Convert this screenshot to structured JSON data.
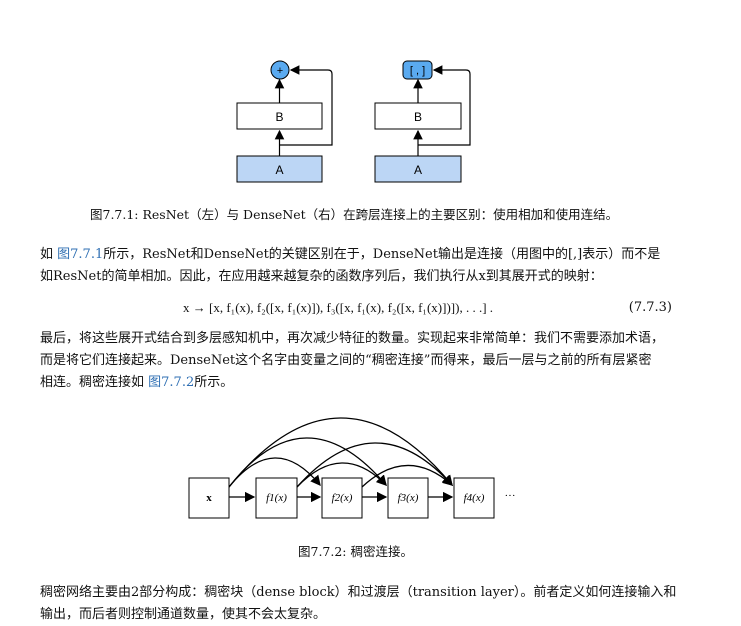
{
  "figure1": {
    "left": {
      "op_label": "+",
      "mid_label": "B",
      "bottom_label": "A"
    },
    "right": {
      "op_label": "[ , ]",
      "mid_label": "B",
      "bottom_label": "A"
    },
    "caption": "图7.7.1: ResNet（左）与 DenseNet（右）在跨层连接上的主要区别：使用相加和使用连结。"
  },
  "paragraph1": {
    "prefix": "如 ",
    "link": "图7.7.1",
    "line1_rest": "所示，ResNet和DenseNet的关键区别在于，DenseNet输出是连接（用图中的[,]表示）而不是",
    "line2": "如ResNet的简单相加。因此，在应用越来越复杂的函数序列后，我们执行从x到其展开式的映射："
  },
  "equation": {
    "expression": "x → [x, f₁(x), f₂([x, f₁(x)]), f₃([x, f₁(x), f₂([x, f₁(x)])]), . . .] .",
    "number": "(7.7.3)"
  },
  "paragraph2": {
    "line1": "最后，将这些展开式结合到多层感知机中，再次减少特征的数量。实现起来非常简单：我们不需要添加术语，",
    "line2": "而是将它们连接起来。DenseNet这个名字由变量之间的“稠密连接”而得来，最后一层与之前的所有层紧密",
    "line3_prefix": "相连。稠密连接如 ",
    "line3_link": "图7.7.2",
    "line3_suffix": "所示。"
  },
  "figure2": {
    "nodes": [
      "x",
      "f1(x)",
      "f2(x)",
      "f3(x)",
      "f4(x)"
    ],
    "ellipsis": "···",
    "caption": "图7.7.2: 稠密连接。"
  },
  "paragraph3": {
    "line1": "稠密网络主要由2部分构成：稠密块（dense block）和过渡层（transition layer）。前者定义如何连接输入和",
    "line2": "输出，而后者则控制通道数量，使其不会太复杂。"
  },
  "colors": {
    "block_blue": "#bcd6f5",
    "op_blue": "#5aaaf0",
    "link_blue": "#2f6fb3"
  }
}
